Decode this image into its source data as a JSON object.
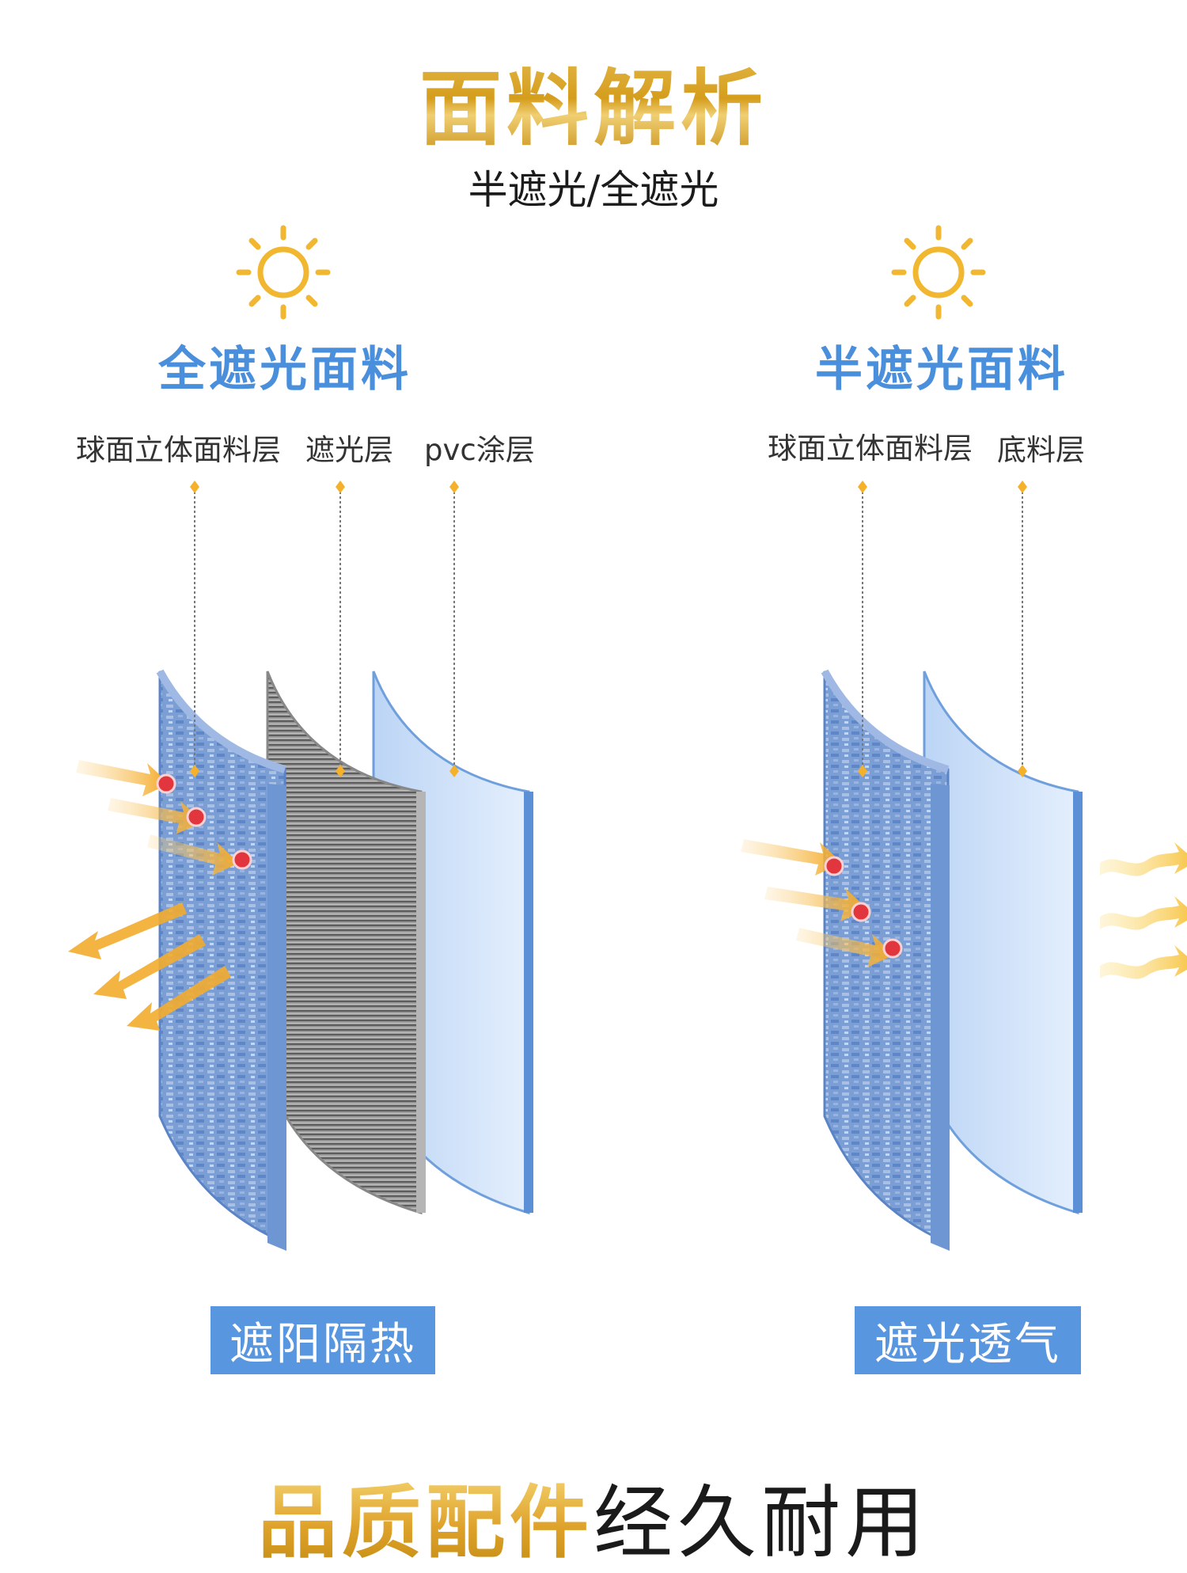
{
  "header": {
    "title": "面料解析",
    "subtitle": "半遮光/全遮光"
  },
  "colors": {
    "gold": "#d8a125",
    "blue_title": "#4a8fdc",
    "badge_blue": "#5896e0",
    "fabric_blue": "#7fa3d6",
    "light_blue": "#cfe2fb",
    "gray_layer": "#8f8f8f",
    "arrow_orange": "#f6b33b",
    "heat_red": "#e2363e"
  },
  "panels": [
    {
      "title": "全遮光面料",
      "icon": "sun-icon",
      "layers": [
        "球面立体面料层",
        "遮光层",
        "pvc涂层"
      ],
      "badge": "遮阳隔热"
    },
    {
      "title": "半遮光面料",
      "icon": "sun-icon",
      "layers": [
        "球面立体面料层",
        "底料层"
      ],
      "badge": "遮光透气"
    }
  ],
  "footer": {
    "title_highlight": "品质配件",
    "title_rest": "经久耐用"
  }
}
